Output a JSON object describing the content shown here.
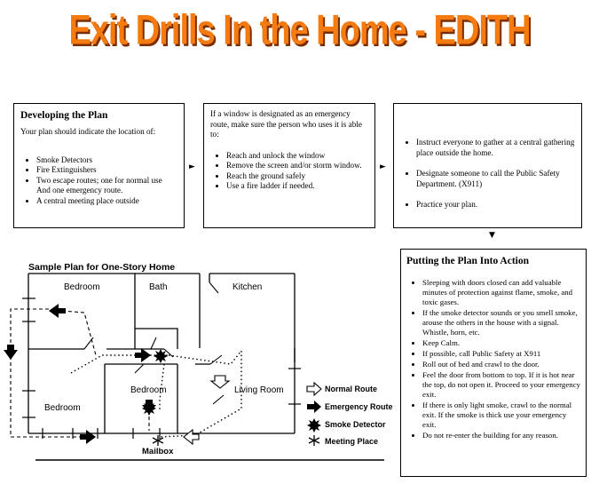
{
  "title": "Exit Drills In the Home - EDITH",
  "developing": {
    "heading": "Developing the Plan",
    "intro": "Your plan should indicate the location of:",
    "items": [
      "Smoke Detectors",
      "Fire Extinguishers",
      "Two escape routes; one for normal use And one emergency route.",
      "A central meeting place outside"
    ]
  },
  "window": {
    "intro": "If a window is designated as an emergency route, make sure the person who uses it is able to:",
    "items": [
      "Reach and unlock the window",
      "Remove the screen and/or storm window.",
      "Reach the ground safely",
      "Use a fire ladder if needed."
    ]
  },
  "gathering": {
    "items": [
      "Instruct everyone to gather at a central gathering place outside the home.",
      "Designate someone to call the Public Safety Department. (X911)",
      "Practice your plan."
    ]
  },
  "action": {
    "heading": "Putting the Plan Into Action",
    "items": [
      "Sleeping with doors closed can add valuable minutes of protection against flame, smoke, and toxic gases.",
      "If the smoke detector sounds or you smell smoke, arouse the others in the house with a signal. Whistle, horn, etc.",
      "Keep Calm.",
      "If possible, call Public Safety at X911",
      "Roll out of bed and crawl to the door.",
      "Feel the door from bottom to top. If it is hot near the top, do not open it. Proceed to your emergency exit.",
      "If there is only light smoke, crawl to the normal exit. If the smoke is thick use your emergency exit.",
      "Do not re-enter the building for any reason."
    ]
  },
  "arrows": {
    "right": "►",
    "down": "▼"
  },
  "plan": {
    "title": "Sample Plan for One-Story Home",
    "rooms": {
      "bedroom_top": "Bedroom",
      "bath": "Bath",
      "kitchen": "Kitchen",
      "bedroom_mid": "Bedroom",
      "living": "Living Room",
      "bedroom_bottom": "Bedroom"
    },
    "mailbox": "Mailbox",
    "legend": {
      "normal": "Normal Route",
      "emergency": "Emergency Route",
      "detector": "Smoke Detector",
      "meeting": "Meeting Place"
    }
  }
}
